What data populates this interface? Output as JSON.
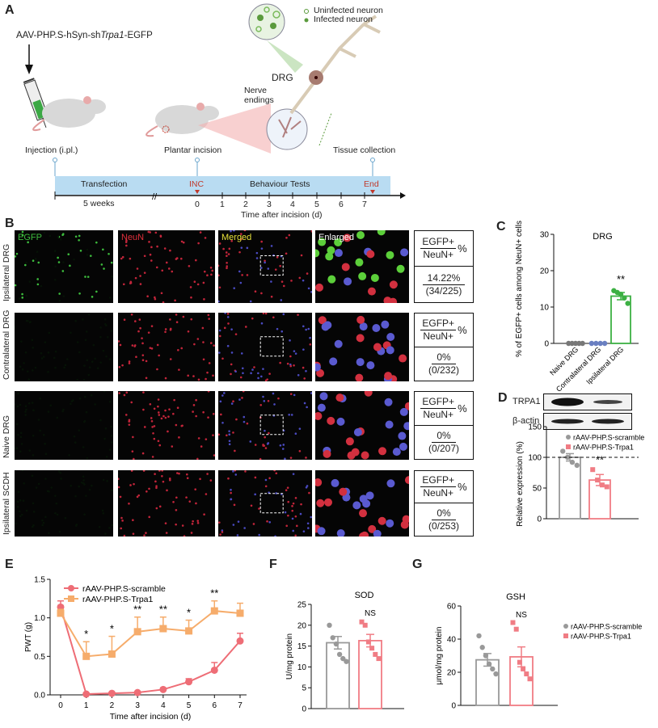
{
  "panel_letters": {
    "a": "A",
    "b": "B",
    "c": "C",
    "d": "D",
    "e": "E",
    "f": "F",
    "g": "G"
  },
  "panel_a": {
    "construct_prefix": "AAV-PHP.S-hSyn-sh",
    "construct_gene": "Trpa1",
    "construct_suffix": "-EGFP",
    "legend_uninfected": "Uninfected neuron",
    "legend_infected": "Infected neuron",
    "drg_label": "DRG",
    "nerve_endings": "Nerve endings",
    "injection": "Injection (i.pl.)",
    "plantar_incision": "Plantar incision",
    "tissue_collection": "Tissue collection",
    "transfection": "Transfection",
    "inc": "INC",
    "behaviour_tests": "Behaviour Tests",
    "end": "End",
    "five_weeks": "5 weeks",
    "timeline_ticks": [
      "0",
      "1",
      "2",
      "3",
      "4",
      "5",
      "6",
      "7"
    ],
    "time_axis": "Time after incision (d)",
    "colors": {
      "timeline": "#b9dcf2",
      "accent_red": "#c0392b",
      "infected": "#5a9a3c"
    }
  },
  "panel_b": {
    "columns": [
      "EGFP",
      "NeuN",
      "Merged",
      "Enlarged"
    ],
    "rows": [
      {
        "label": "Ipsilateral DRG",
        "numerator": "EGFP+",
        "denominator": "NeuN+",
        "unit": "%",
        "percent": "14.22%",
        "count": "(34/225)"
      },
      {
        "label": "Contralateral DRG",
        "numerator": "EGFP+",
        "denominator": "NeuN+",
        "unit": "%",
        "percent": "0%",
        "count": "(0/232)"
      },
      {
        "label": "Naive DRG",
        "numerator": "EGFP+",
        "denominator": "NeuN+",
        "unit": "%",
        "percent": "0%",
        "count": "(0/207)"
      },
      {
        "label": "Ipsilateral SCDH",
        "numerator": "EGFP+",
        "denominator": "NeuN+",
        "unit": "%",
        "percent": "0%",
        "count": "(0/253)"
      }
    ]
  },
  "panel_d_blot": {
    "bands": [
      "TRPA1",
      "β-actin"
    ]
  },
  "chart_data": [
    {
      "id": "C",
      "type": "bar",
      "title": "DRG",
      "ylabel": "% of EGFP+ cells among NeuN+ cells",
      "ylim": [
        0,
        30
      ],
      "yticks": [
        "0",
        "10",
        "20",
        "30"
      ],
      "categories": [
        "Naive DRG",
        "Contralateral DRG",
        "Ipsilateral DRG"
      ],
      "values": [
        0,
        0,
        13
      ],
      "sem": [
        0,
        0,
        1.0
      ],
      "points": [
        [
          0,
          0,
          0,
          0,
          0
        ],
        [
          0,
          0,
          0,
          0
        ],
        [
          14.5,
          14,
          13.5,
          12.5,
          11
        ]
      ],
      "colors": [
        "#777777",
        "#6a7fc1",
        "#3cb043"
      ],
      "significance": [
        "",
        "",
        "**"
      ]
    },
    {
      "id": "D",
      "type": "bar",
      "title": "",
      "ylabel": "Relative expression (%)",
      "ylim": [
        0,
        150
      ],
      "yticks": [
        "0",
        "50",
        "100",
        "150"
      ],
      "categories": [
        "rAAV-PHP.S-scramble",
        "rAAV-PHP.S-Trpa1"
      ],
      "values": [
        100,
        63
      ],
      "sem": [
        6,
        9
      ],
      "points": [
        [
          110,
          100,
          92,
          87
        ],
        [
          80,
          63,
          55,
          52
        ]
      ],
      "colors": [
        "#999999",
        "#f07c84"
      ],
      "significance": [
        "",
        "**"
      ],
      "reference_line": 100,
      "legend": [
        "rAAV-PHP.S-scramble",
        "rAAV-PHP.S-Trpa1"
      ]
    },
    {
      "id": "E",
      "type": "line",
      "title": "",
      "xlabel": "Time after incision (d)",
      "ylabel": "PWT (g)",
      "ylim": [
        0,
        1.5
      ],
      "yticks": [
        "0.0",
        "0.5",
        "1.0",
        "1.5"
      ],
      "x": [
        0,
        1,
        2,
        3,
        4,
        5,
        6,
        7
      ],
      "xticks": [
        "0",
        "1",
        "2",
        "3",
        "4",
        "5",
        "6",
        "7"
      ],
      "series": [
        {
          "name": "rAAV-PHP.S-scramble",
          "color": "#ee6d76",
          "marker": "circle",
          "values": [
            1.14,
            0.01,
            0.02,
            0.03,
            0.07,
            0.17,
            0.32,
            0.7
          ],
          "sem": [
            0.08,
            0.01,
            0.01,
            0.01,
            0.01,
            0.04,
            0.1,
            0.1
          ]
        },
        {
          "name": "rAAV-PHP.S-Trpa1",
          "color": "#f6ac6b",
          "marker": "square",
          "values": [
            1.06,
            0.5,
            0.53,
            0.82,
            0.86,
            0.83,
            1.09,
            1.06
          ],
          "sem": [
            0.05,
            0.19,
            0.23,
            0.19,
            0.15,
            0.14,
            0.13,
            0.13
          ]
        }
      ],
      "significance": [
        "",
        "*",
        "*",
        "**",
        "**",
        "*",
        "**",
        ""
      ]
    },
    {
      "id": "F",
      "type": "bar",
      "title": "SOD",
      "ylabel": "U/mg protein",
      "ylim": [
        0,
        25
      ],
      "yticks": [
        "0",
        "5",
        "10",
        "15",
        "20",
        "25"
      ],
      "categories": [
        "rAAV-PHP.S-scramble",
        "rAAV-PHP.S-Trpa1"
      ],
      "values": [
        15.8,
        16.3
      ],
      "sem": [
        1.5,
        1.5
      ],
      "points": [
        [
          20,
          17,
          15.5,
          13,
          12,
          11.3
        ],
        [
          20.8,
          20,
          16,
          14.5,
          13,
          12
        ]
      ],
      "colors": [
        "#999999",
        "#f07c84"
      ],
      "significance": [
        "",
        "NS"
      ]
    },
    {
      "id": "G",
      "type": "bar",
      "title": "GSH",
      "ylabel": "μmol/mg protein",
      "ylim": [
        0,
        60
      ],
      "yticks": [
        "0",
        "20",
        "40",
        "60"
      ],
      "categories": [
        "rAAV-PHP.S-scramble",
        "rAAV-PHP.S-Trpa1"
      ],
      "values": [
        27.5,
        29.3
      ],
      "sem": [
        3.8,
        6
      ],
      "points": [
        [
          42,
          35,
          30,
          25,
          22,
          19
        ],
        [
          50,
          46,
          26,
          22,
          19,
          16
        ]
      ],
      "colors": [
        "#999999",
        "#f07c84"
      ],
      "significance": [
        "",
        "NS"
      ],
      "legend": [
        "rAAV-PHP.S-scramble",
        "rAAV-PHP.S-Trpa1"
      ]
    }
  ]
}
